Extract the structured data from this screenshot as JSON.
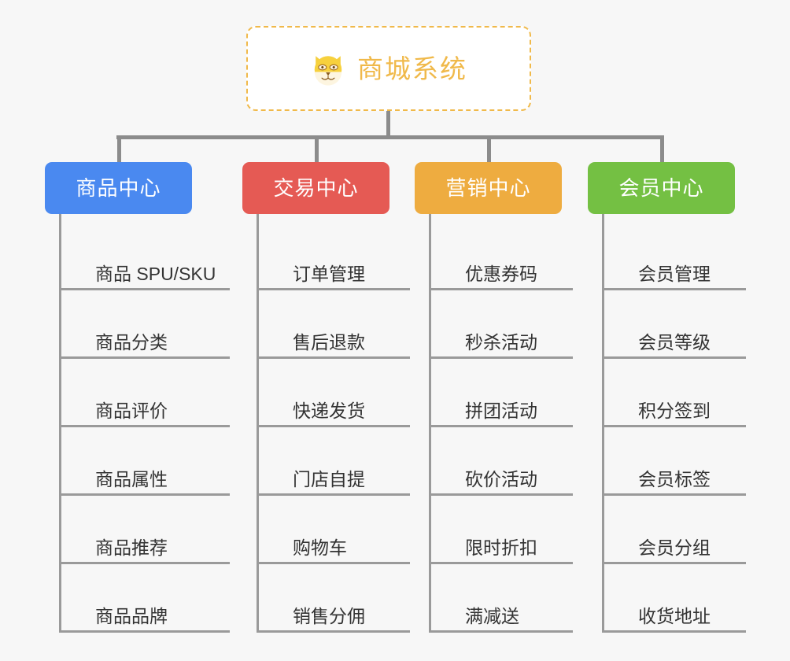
{
  "canvas": {
    "background_color": "#f7f7f7",
    "connector_color": "#8c8c8c",
    "leaf_rule_color": "#9a9a9a",
    "leaf_text_color": "#333333"
  },
  "root": {
    "title": "商城系统",
    "icon": "shiba-dog-face-icon",
    "accent_color": "#f0b94a",
    "border_style": "dashed",
    "background_color": "#ffffff"
  },
  "branches": [
    {
      "title": "商品中心",
      "color": "#4a89f0",
      "items": [
        "商品 SPU/SKU",
        "商品分类",
        "商品评价",
        "商品属性",
        "商品推荐",
        "商品品牌"
      ]
    },
    {
      "title": "交易中心",
      "color": "#e55a54",
      "items": [
        "订单管理",
        "售后退款",
        "快递发货",
        "门店自提",
        "购物车",
        "销售分佣"
      ]
    },
    {
      "title": "营销中心",
      "color": "#eeac40",
      "items": [
        "优惠券码",
        "秒杀活动",
        "拼团活动",
        "砍价活动",
        "限时折扣",
        "满减送"
      ]
    },
    {
      "title": "会员中心",
      "color": "#74c043",
      "items": [
        "会员管理",
        "会员等级",
        "积分签到",
        "会员标签",
        "会员分组",
        "收货地址"
      ]
    }
  ]
}
